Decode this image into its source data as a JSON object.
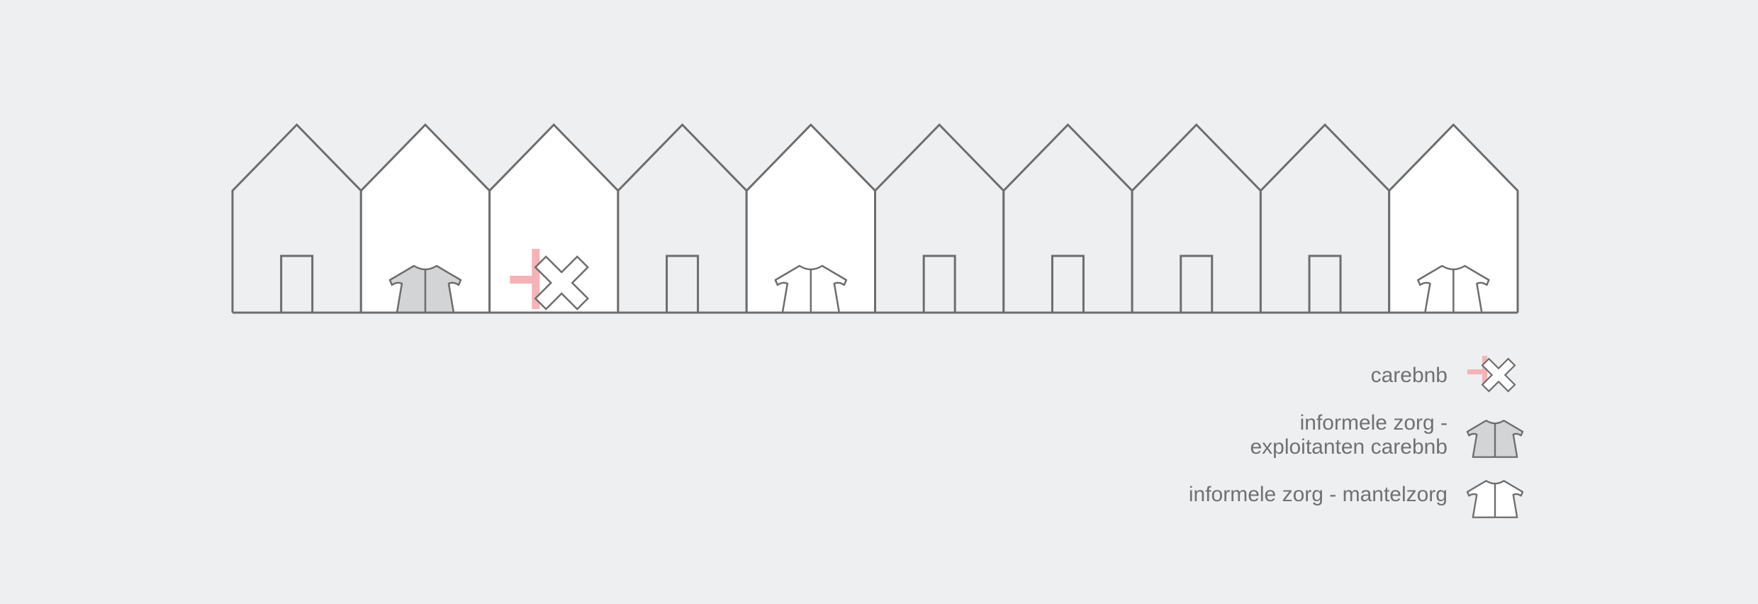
{
  "houses": [
    {
      "type": "door"
    },
    {
      "type": "exploitant"
    },
    {
      "type": "carebnb"
    },
    {
      "type": "door"
    },
    {
      "type": "mantelzorg"
    },
    {
      "type": "door"
    },
    {
      "type": "door"
    },
    {
      "type": "door"
    },
    {
      "type": "door"
    },
    {
      "type": "mantelzorg"
    }
  ],
  "legend": {
    "carebnb": "carebnb",
    "exploitant_line1": "informele zorg -",
    "exploitant_line2": "exploitanten carebnb",
    "mantelzorg": "informele zorg - mantelzorg"
  },
  "colors": {
    "background": "#eeeff0",
    "stroke": "#6d6d6d",
    "house_fill": "#ffffff",
    "plain_house_fill": "#eeeff0",
    "gray_cardigan": "#d3d4d6",
    "carebnb_pink": "#f5b3b8",
    "legend_text": "#707173"
  },
  "icons": {
    "carebnb": "carebnb-cross-icon",
    "exploitant": "gray-cardigan-icon",
    "mantelzorg": "white-cardigan-icon",
    "plain": "door-icon"
  }
}
